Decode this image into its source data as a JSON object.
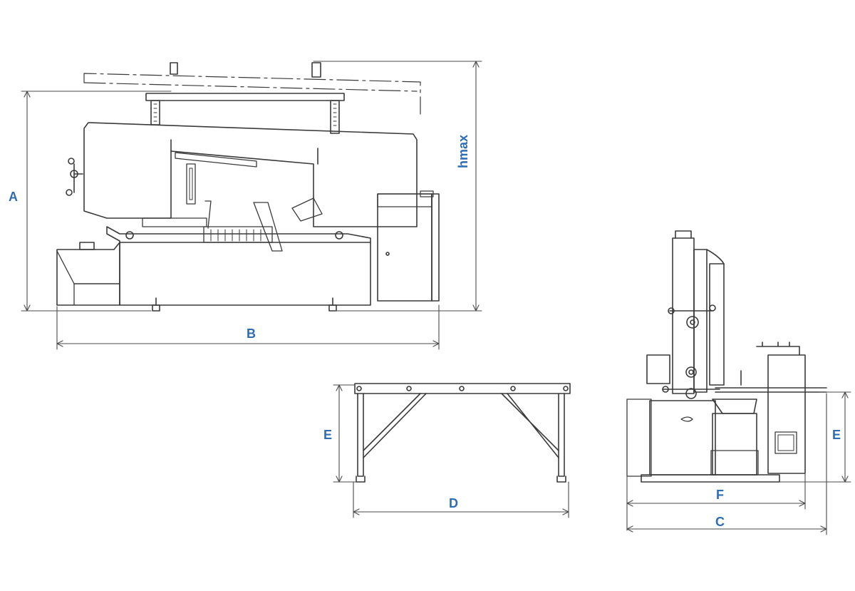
{
  "colors": {
    "line": "#3a3a3a",
    "dimension_line": "#4a4a4a",
    "label": "#2e6db4",
    "background": "#ffffff"
  },
  "labels": {
    "A": "A",
    "B": "B",
    "hmax": "hmax",
    "E_table": "E",
    "D": "D",
    "F": "F",
    "C": "C",
    "E_side": "E"
  }
}
